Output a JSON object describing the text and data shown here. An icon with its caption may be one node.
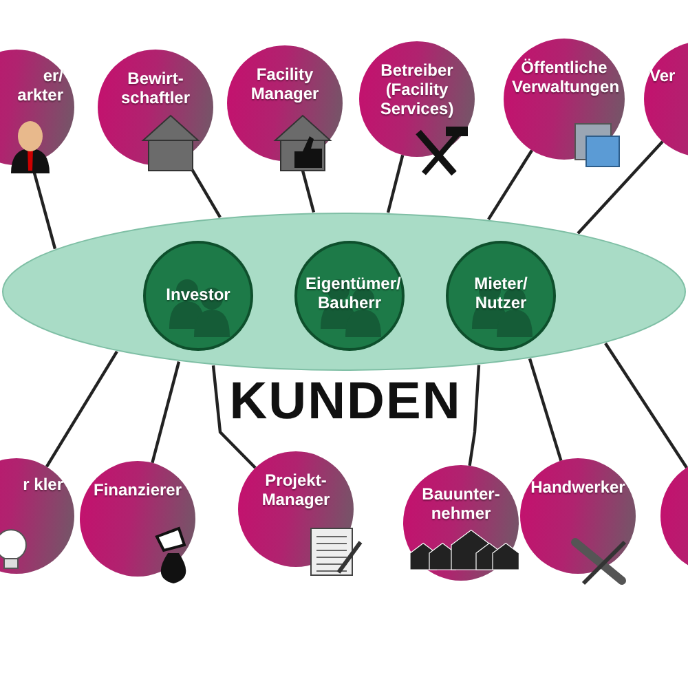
{
  "diagram": {
    "nodes": [
      {
        "text": [
          "KUNDEN"
        ]
      },
      {
        "text": [
          "Investor"
        ],
        "in": 0
      },
      {
        "text": [
          "Eigentümer/ Bauherr"
        ],
        "in": 0
      },
      {
        "text": [
          "Mieter/ Nutzer"
        ],
        "in": 0
      },
      {
        "text": [
          "er/ arkter"
        ]
      },
      {
        "text": [
          "Bewirt- schaftler"
        ]
      },
      {
        "text": [
          "Facility Manager"
        ]
      },
      {
        "text": [
          "Betreiber (Facility Services)"
        ]
      },
      {
        "text": [
          "Öffentliche Verwaltungen"
        ]
      },
      {
        "text": [
          "Ver"
        ]
      },
      {
        "text": [
          "r kler"
        ]
      },
      {
        "text": [
          "Finanzierer"
        ]
      },
      {
        "text": [
          "Projekt- Manager"
        ]
      },
      {
        "text": [
          "Bauunter- nehmer"
        ]
      },
      {
        "text": [
          "Handwerker"
        ]
      },
      {
        "text": [],
        "shape": "circle"
      }
    ],
    "edges": [
      {
        "from": 4,
        "to": 0,
        "arrow": "none"
      },
      {
        "from": 5,
        "to": 0,
        "arrow": "none"
      },
      {
        "from": 6,
        "to": 0,
        "arrow": "none"
      },
      {
        "from": 7,
        "to": 0,
        "arrow": "none"
      },
      {
        "from": 8,
        "to": 0,
        "arrow": "none"
      },
      {
        "from": 9,
        "to": 0,
        "arrow": "none"
      },
      {
        "from": 10,
        "to": 0,
        "arrow": "none"
      },
      {
        "from": 11,
        "to": 0,
        "arrow": "none"
      },
      {
        "from": 12,
        "to": 0,
        "arrow": "none"
      },
      {
        "from": 13,
        "to": 0,
        "arrow": "none"
      },
      {
        "from": 14,
        "to": 0,
        "arrow": "none"
      },
      {
        "from": 15,
        "to": 0,
        "arrow": "none"
      }
    ]
  }
}
